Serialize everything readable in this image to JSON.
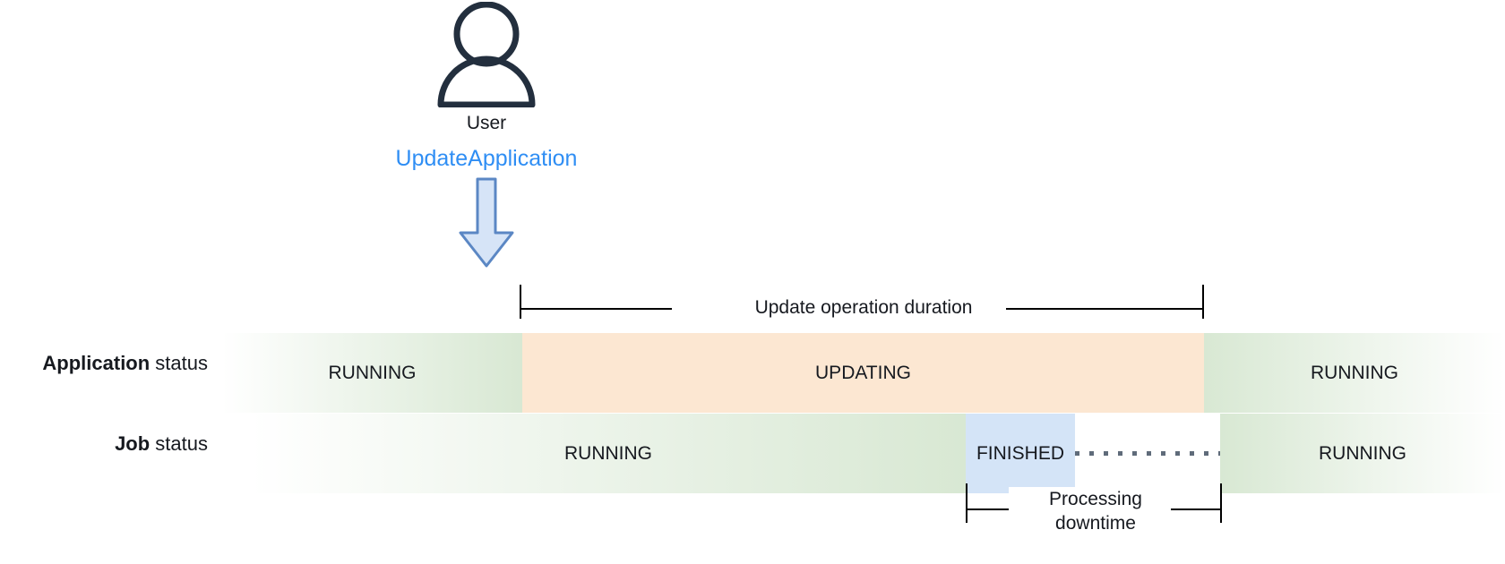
{
  "diagram": {
    "actor": {
      "icon": "user-person-icon",
      "label": "User",
      "action": "UpdateApplication",
      "arrow": "down-arrow-icon"
    },
    "duration_bracket": {
      "label": "Update operation duration"
    },
    "downtime_bracket": {
      "line1": "Processing",
      "line2": "downtime"
    },
    "rows": [
      {
        "key": "application",
        "label_bold": "Application",
        "label_rest": " status",
        "segments": [
          {
            "name": "app-running-before",
            "text": "RUNNING",
            "status": "RUNNING"
          },
          {
            "name": "app-updating",
            "text": "UPDATING",
            "status": "UPDATING"
          },
          {
            "name": "app-running-after",
            "text": "RUNNING",
            "status": "RUNNING"
          }
        ]
      },
      {
        "key": "job",
        "label_bold": "Job",
        "label_rest": " status",
        "segments": [
          {
            "name": "job-running-before",
            "text": "RUNNING",
            "status": "RUNNING"
          },
          {
            "name": "job-finished",
            "text": "FINISHED",
            "status": "FINISHED"
          },
          {
            "name": "job-running-after",
            "text": "RUNNING",
            "status": "RUNNING"
          }
        ]
      }
    ],
    "colors": {
      "running": "#d8e8d3",
      "updating": "#fce7d2",
      "finished": "#d4e4f7",
      "action_text": "#2f8ef4",
      "arrow_fill": "#d6e4f7",
      "arrow_stroke": "#5b87c4",
      "icon": "#232f3e",
      "line": "#000000",
      "dots": "#5f6b7a",
      "background": "#ffffff"
    }
  }
}
